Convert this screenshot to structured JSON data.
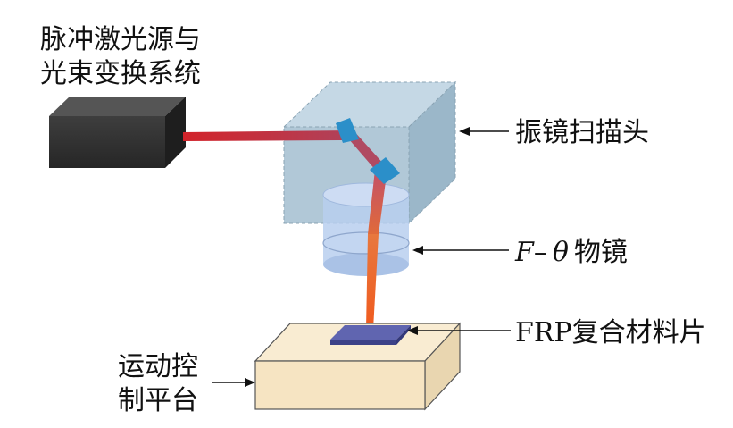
{
  "labels": {
    "laser_source_line1": "脉冲激光源与",
    "laser_source_line2": "光束变换系统",
    "scan_head": "振镜扫描头",
    "lens_f": "F",
    "lens_dash": "–",
    "lens_theta": "θ",
    "lens_suffix": "物镜",
    "frp_latin": "FRP",
    "frp_suffix": "复合材料片",
    "stage_line1": "运动控",
    "stage_line2": "制平台"
  },
  "colors": {
    "laser_box": "#3a3a3a",
    "beam": "#d2232a",
    "scan_head_front": "#a8c2d3",
    "mirror": "#2b8fc9",
    "lens": "#b9cfee",
    "stage_top": "#f9ecd2",
    "stage_front": "#f6e4c2",
    "frp_sheet": "#4a4f9a"
  }
}
